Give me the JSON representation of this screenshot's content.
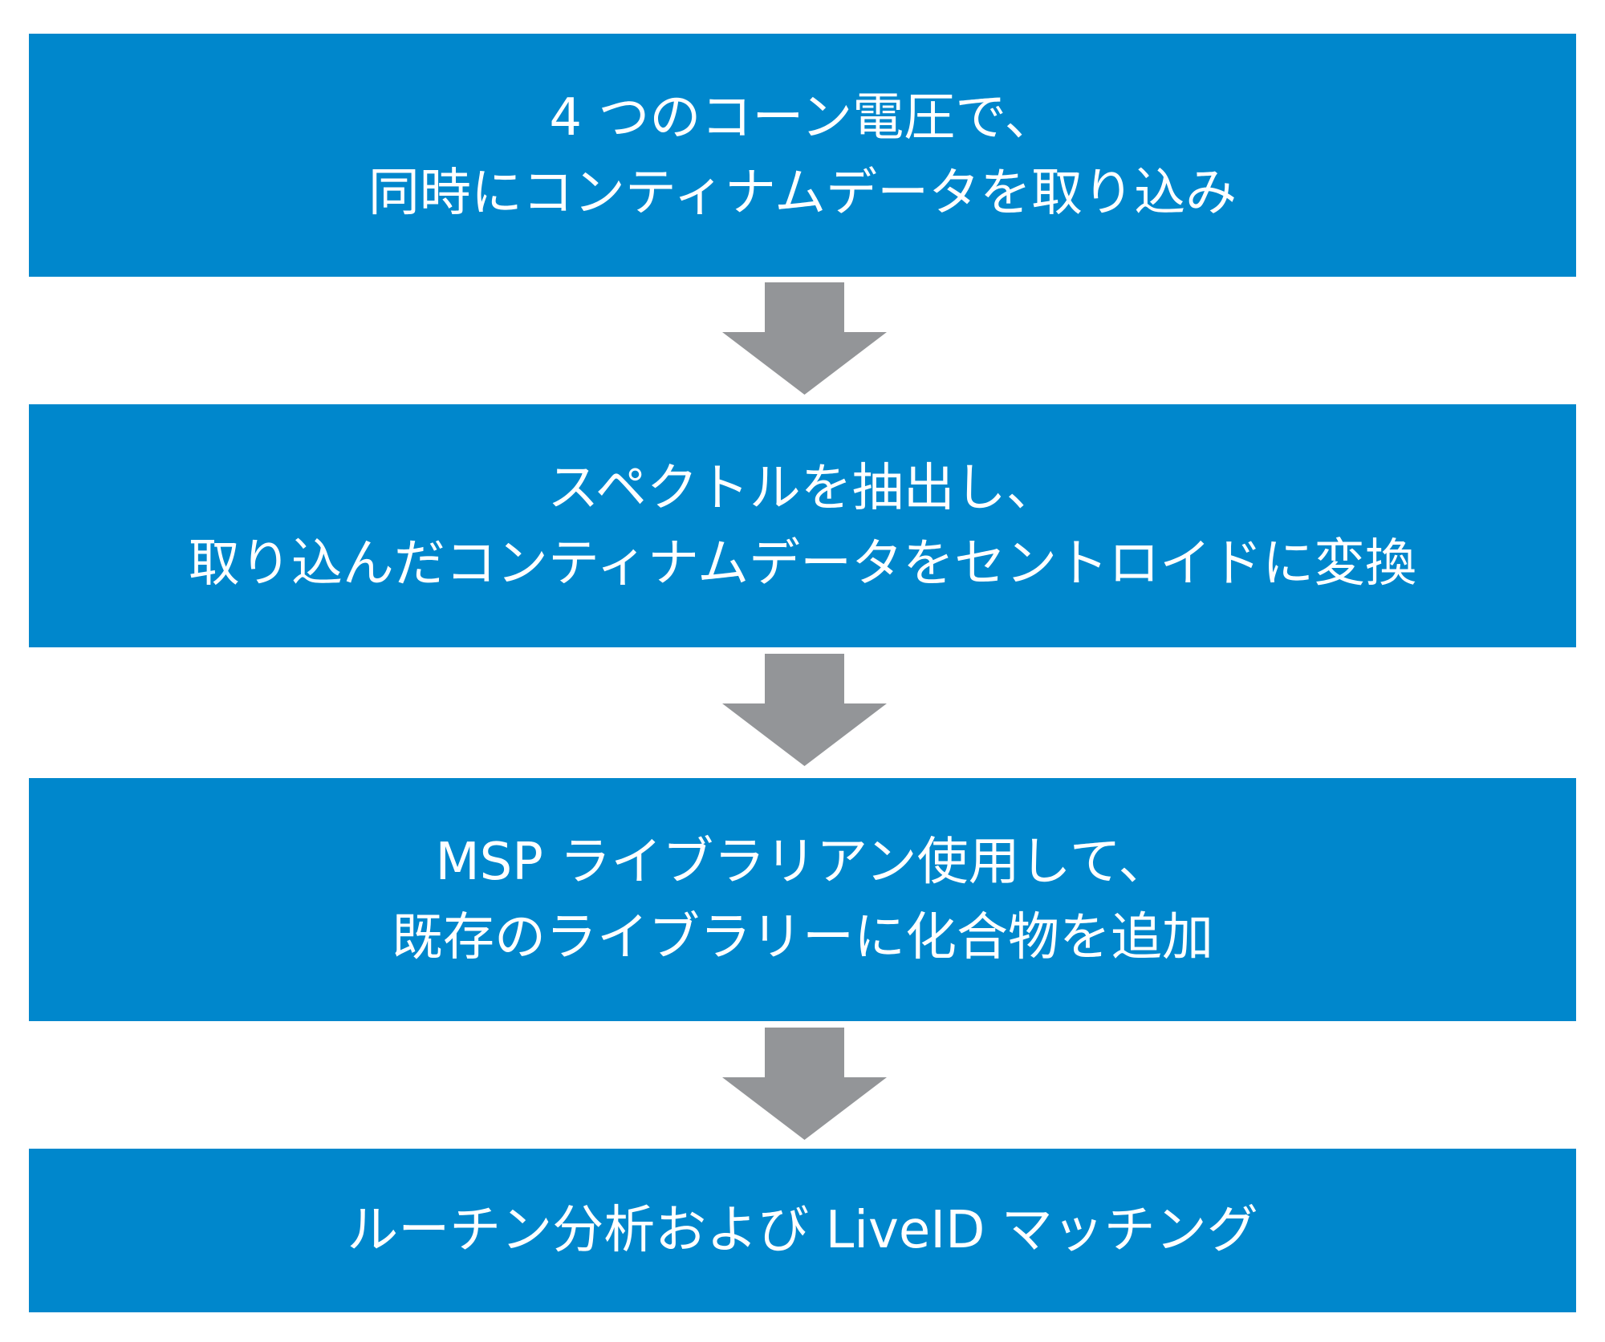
{
  "colors": {
    "step_box": "#0087cc",
    "step_text": "#ffffff",
    "arrow": "#939598"
  },
  "steps": [
    {
      "lines": [
        "4 つのコーン電圧で、",
        "同時にコンティナムデータを取り込み"
      ]
    },
    {
      "lines": [
        "スペクトルを抽出し、",
        "取り込んだコンティナムデータをセントロイドに変換"
      ]
    },
    {
      "lines": [
        "MSP ライブラリアン使用して、",
        "既存のライブラリーに化合物を追加"
      ]
    },
    {
      "lines": [
        "ルーチン分析および LiveID マッチング"
      ]
    }
  ],
  "arrows": [
    {
      "icon": "down-arrow-icon"
    },
    {
      "icon": "down-arrow-icon"
    },
    {
      "icon": "down-arrow-icon"
    }
  ]
}
